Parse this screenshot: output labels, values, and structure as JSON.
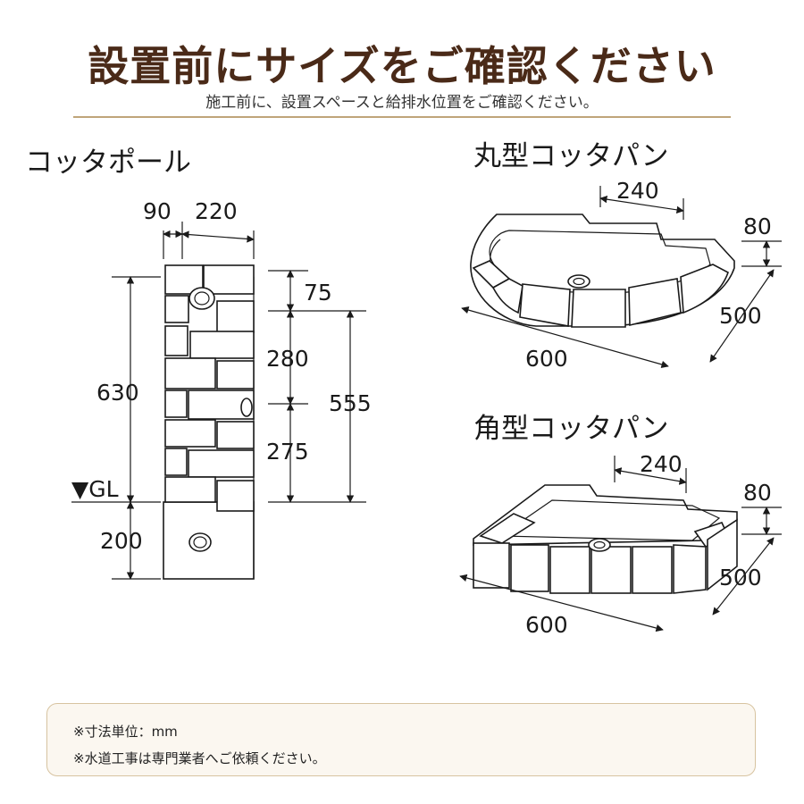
{
  "header": {
    "title": "設置前にサイズをご確認ください",
    "subtitle": "施工前に、設置スペースと給排水位置をご確認ください。"
  },
  "kotta_pole": {
    "name": "コッタポール",
    "dims": {
      "width_small": "90",
      "width_large": "220",
      "top": "75",
      "upper": "280",
      "lower": "275",
      "total_above": "555",
      "above_gl": "630",
      "below_gl": "200",
      "gl_label": "▼GL"
    }
  },
  "round_pan": {
    "name": "丸型コッタパン",
    "dims": {
      "inner": "240",
      "height": "80",
      "depth": "500",
      "width": "600"
    }
  },
  "square_pan": {
    "name": "角型コッタパン",
    "dims": {
      "inner": "240",
      "height": "80",
      "depth": "500",
      "width": "600"
    }
  },
  "notes": [
    "※寸法単位：mm",
    "※水道工事は専門業者へご依頼ください。"
  ]
}
